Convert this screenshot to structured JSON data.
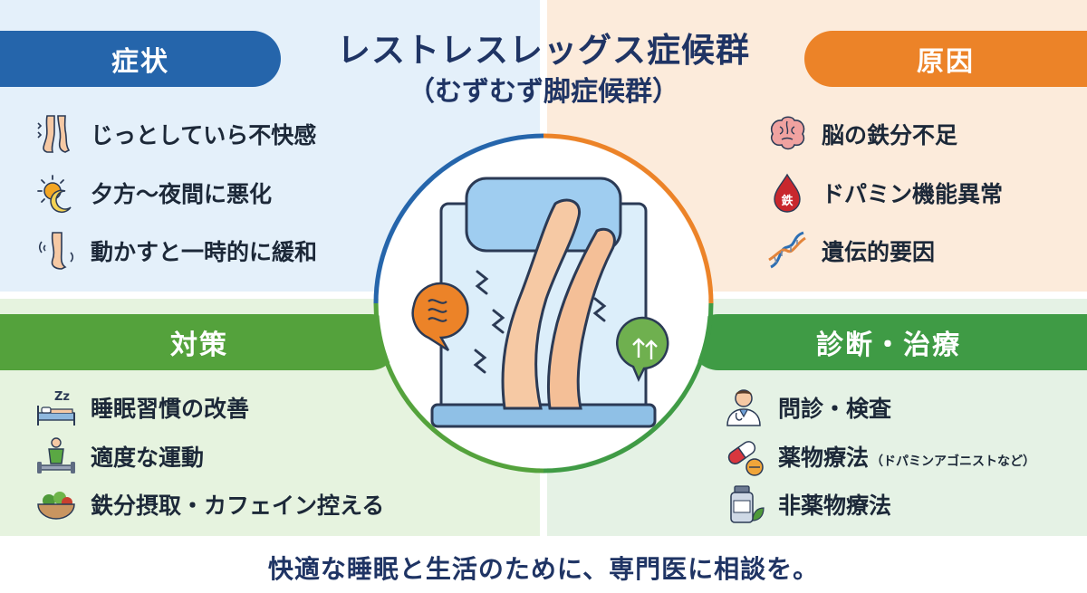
{
  "title": {
    "main": "レストレスレッグス症候群",
    "sub": "（むずむず脚症候群）"
  },
  "sections": {
    "symptoms": {
      "heading": "症状",
      "color": "#2565ab",
      "items": [
        {
          "label": "じっとしていら不快感",
          "icon": "legs-icon"
        },
        {
          "label": "夕方〜夜間に悪化",
          "icon": "sun-moon-icon"
        },
        {
          "label": "動かすと一時的に緩和",
          "icon": "moving-leg-icon"
        }
      ]
    },
    "causes": {
      "heading": "原因",
      "color": "#ec8328",
      "items": [
        {
          "label": "脳の鉄分不足",
          "icon": "brain-icon"
        },
        {
          "label": "ドパミン機能異常",
          "icon": "iron-drop-icon",
          "badge": "鉄"
        },
        {
          "label": "遺伝的要因",
          "icon": "dna-icon"
        }
      ]
    },
    "countermeasures": {
      "heading": "対策",
      "color": "#54a23c",
      "items": [
        {
          "label": "睡眠習慣の改善",
          "icon": "sleep-bed-icon",
          "badge": "Zz"
        },
        {
          "label": "適度な運動",
          "icon": "exercise-icon"
        },
        {
          "label": "鉄分摂取・カフェイン控える",
          "icon": "food-bowl-icon"
        }
      ]
    },
    "diagnosis": {
      "heading": "診断・治療",
      "color": "#3f9b45",
      "items": [
        {
          "label": "問診・検査",
          "icon": "doctor-icon"
        },
        {
          "label": "薬物療法",
          "note": "（ドパミンアゴニストなど）",
          "icon": "pill-icon"
        },
        {
          "label": "非薬物療法",
          "icon": "medicine-bottle-icon"
        }
      ]
    }
  },
  "footer": "快適な睡眠と生活のために、専門医に相談を。"
}
